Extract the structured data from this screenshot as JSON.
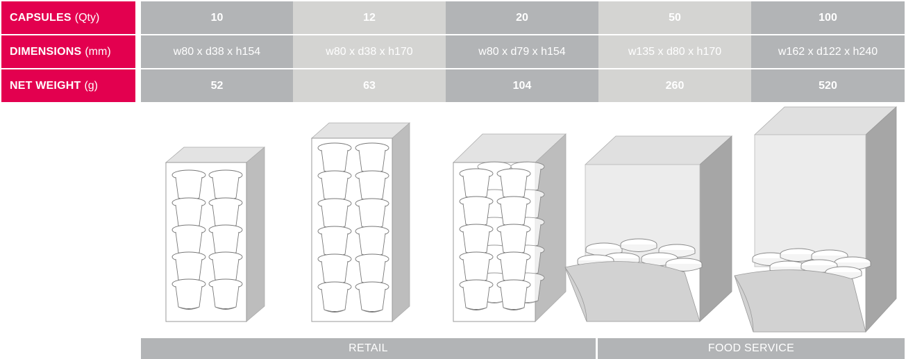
{
  "table": {
    "rows": [
      {
        "label_bold": "CAPSULES",
        "label_unit": "(Qty)",
        "bold": true,
        "values": [
          "10",
          "12",
          "20",
          "50",
          "100"
        ]
      },
      {
        "label_bold": "DIMENSIONS",
        "label_unit": "(mm)",
        "bold": false,
        "values": [
          "w80 x d38 x h154",
          "w80 x d38 x h170",
          "w80 x d79 x h154",
          "w135 x d80 x h170",
          "w162 x d122 x h240"
        ]
      },
      {
        "label_bold": "NET WEIGHT",
        "label_unit": "(g)",
        "bold": true,
        "values": [
          "52",
          "63",
          "104",
          "260",
          "520"
        ]
      }
    ]
  },
  "footer": {
    "retail": "RETAIL",
    "food_service": "FOOD SERVICE"
  },
  "colors": {
    "accent": "#e3004f",
    "cell_dark": "#b2b4b6",
    "cell_light": "#d4d4d2"
  },
  "illustrations": [
    "box-10-capsules-icon",
    "box-12-capsules-icon",
    "box-20-capsules-icon",
    "box-50-capsules-icon",
    "box-100-capsules-icon"
  ]
}
